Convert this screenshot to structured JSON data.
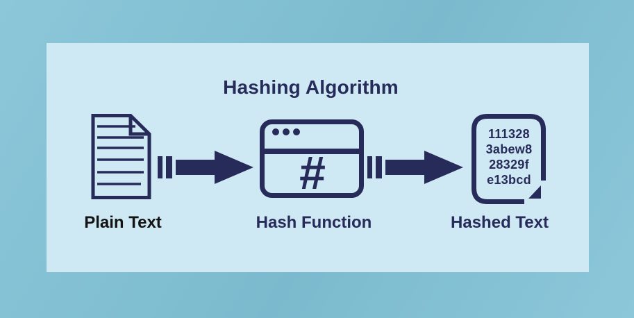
{
  "title": "Hashing Algorithm",
  "colors": {
    "navy": "#262b59",
    "label_black": "#131313",
    "panel_bg": "#cfe9f4",
    "outer_1": "#8cc7d9",
    "outer_2": "#7bbace"
  },
  "nodes": {
    "plain_text": {
      "label": "Plain Text",
      "icon": "document-icon"
    },
    "hash_function": {
      "label": "Hash Function",
      "icon": "browser-window-icon",
      "symbol": "#"
    },
    "hashed_text": {
      "label": "Hashed Text",
      "icon": "hashed-note-icon",
      "hash_lines": [
        "111328",
        "3abew8",
        "28329f",
        "e13bcd"
      ]
    }
  },
  "arrows": [
    {
      "name": "arrow-plain-to-hash-function",
      "direction": "right"
    },
    {
      "name": "arrow-hash-function-to-hashed",
      "direction": "right"
    }
  ]
}
